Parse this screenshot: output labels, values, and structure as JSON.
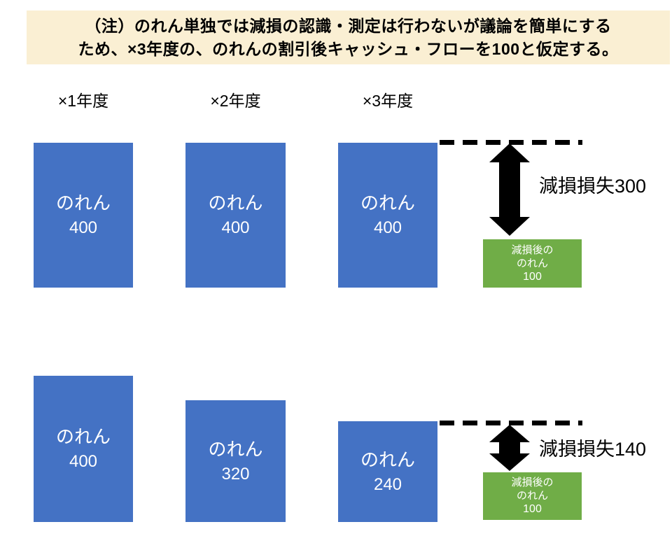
{
  "note": {
    "line1": "（注）のれん単独では減損の認識・測定は行わないが議論を簡単にする",
    "line2": "ため、×3年度の、のれんの割引後キャッシュ・フローを100と仮定する。"
  },
  "headers": [
    {
      "label": "×1年度"
    },
    {
      "label": "×2年度"
    },
    {
      "label": "×3年度"
    }
  ],
  "scenario1": {
    "boxes": [
      {
        "label": "のれん",
        "value": "400"
      },
      {
        "label": "のれん",
        "value": "400"
      },
      {
        "label": "のれん",
        "value": "400"
      }
    ],
    "impairment_label": "減損損失300",
    "result_box": {
      "line1": "減損後の",
      "line2": "のれん",
      "value": "100"
    }
  },
  "scenario2": {
    "boxes": [
      {
        "label": "のれん",
        "value": "400"
      },
      {
        "label": "のれん",
        "value": "320"
      },
      {
        "label": "のれん",
        "value": "240"
      }
    ],
    "impairment_label": "減損損失140",
    "result_box": {
      "line1": "減損後の",
      "line2": "のれん",
      "value": "100"
    }
  },
  "colors": {
    "note_background": "#FAEFD3",
    "goodwill_box_blue": "#4472C4",
    "result_box_green": "#70AD47",
    "arrow_and_text_black": "#000000",
    "box_text_white": "#FFFFFF"
  }
}
